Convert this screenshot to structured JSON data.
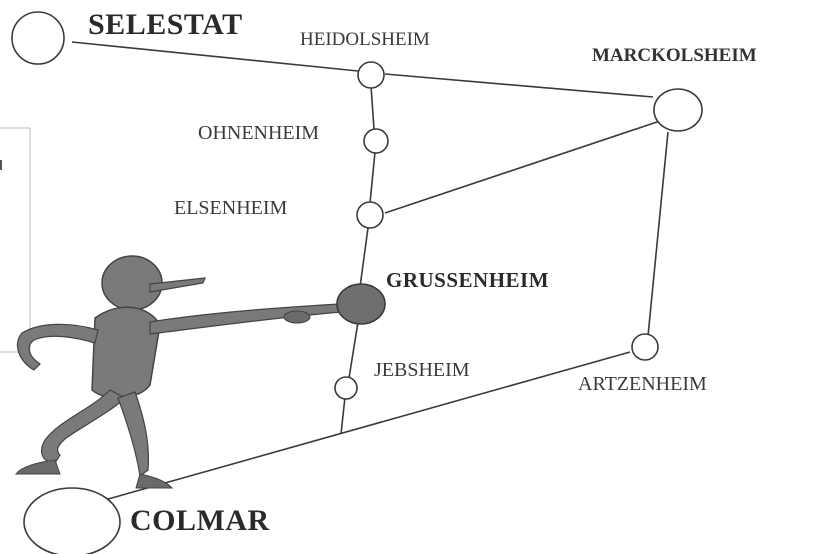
{
  "diagram": {
    "towns": {
      "selestat": "SELESTAT",
      "heidolsheim": "HEIDOLSHEIM",
      "marckolsheim": "MARCKOLSHEIM",
      "ohnenheim": "OHNENHEIM",
      "elsenheim": "ELSENHEIM",
      "grussenheim": "GRUSSENHEIM",
      "jebsheim": "JEBSHEIM",
      "artzenheim": "ARTZENHEIM",
      "colmar": "COLMAR"
    },
    "colors": {
      "ink": "#3a3a3a",
      "node_fill": "#ffffff",
      "highlight_fill": "#6f6f6f",
      "figure_fill": "#7a7a7a"
    },
    "highlighted_town": "grussenheim"
  }
}
